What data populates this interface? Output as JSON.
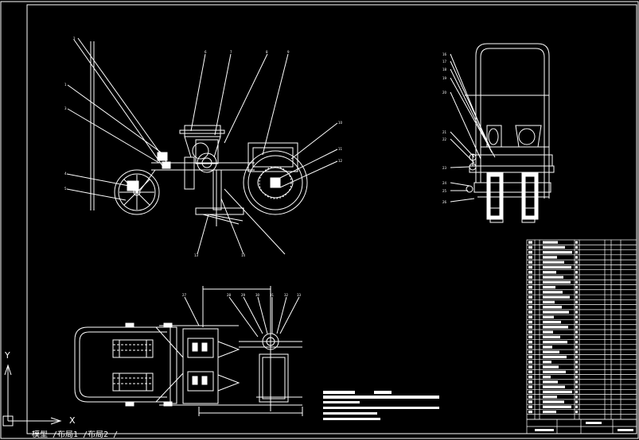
{
  "app": {
    "title": ""
  },
  "viewport": {
    "background": "#000000",
    "line_color": "#ffffff"
  },
  "ucs": {
    "x_label": "X",
    "y_label": "Y"
  },
  "command_line": {
    "text": "模型 /布局1 /布局2 /"
  },
  "side_view": {
    "balloons": [
      "2",
      "1",
      "3",
      "4",
      "5",
      "6",
      "7",
      "8",
      "9",
      "10",
      "11",
      "12",
      "13",
      "14"
    ]
  },
  "front_view": {
    "balloons": [
      "16",
      "17",
      "18",
      "19",
      "20",
      "21",
      "22",
      "23",
      "24",
      "25",
      "26"
    ]
  },
  "top_view": {
    "balloons": [
      "27",
      "28",
      "29",
      "30",
      "31",
      "32",
      "33"
    ]
  },
  "bom_table": {
    "rows": 36
  },
  "title_block": {
    "present": true
  }
}
